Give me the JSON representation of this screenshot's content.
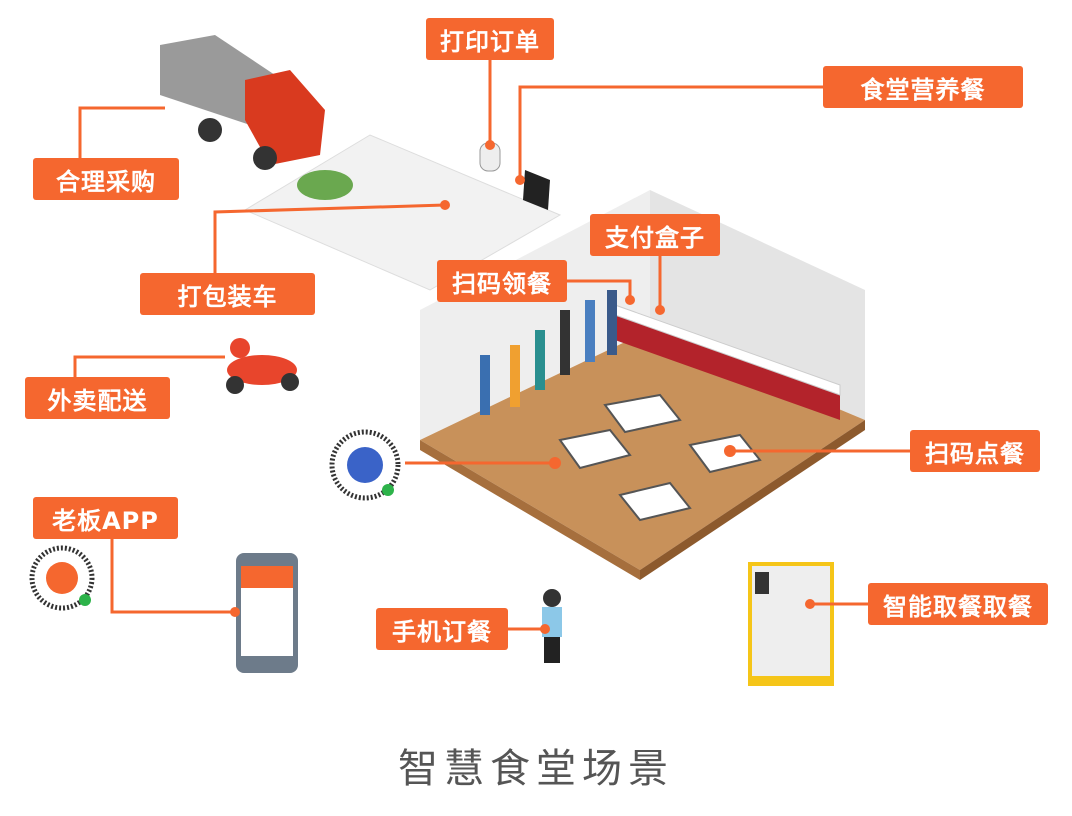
{
  "title": "智慧食堂场景",
  "labels": {
    "print_order": "打印订单",
    "nutrition_meal": "食堂营养餐",
    "purchase": "合理采购",
    "pay_box": "支付盒子",
    "scan_pickup": "扫码领餐",
    "pack_load": "打包装车",
    "delivery": "外卖配送",
    "scan_order": "扫码点餐",
    "boss_app": "老板APP",
    "smart_locker": "智能取餐取餐",
    "mobile_order": "手机订餐"
  },
  "colors": {
    "accent": "#f5672f",
    "title": "#555555"
  }
}
